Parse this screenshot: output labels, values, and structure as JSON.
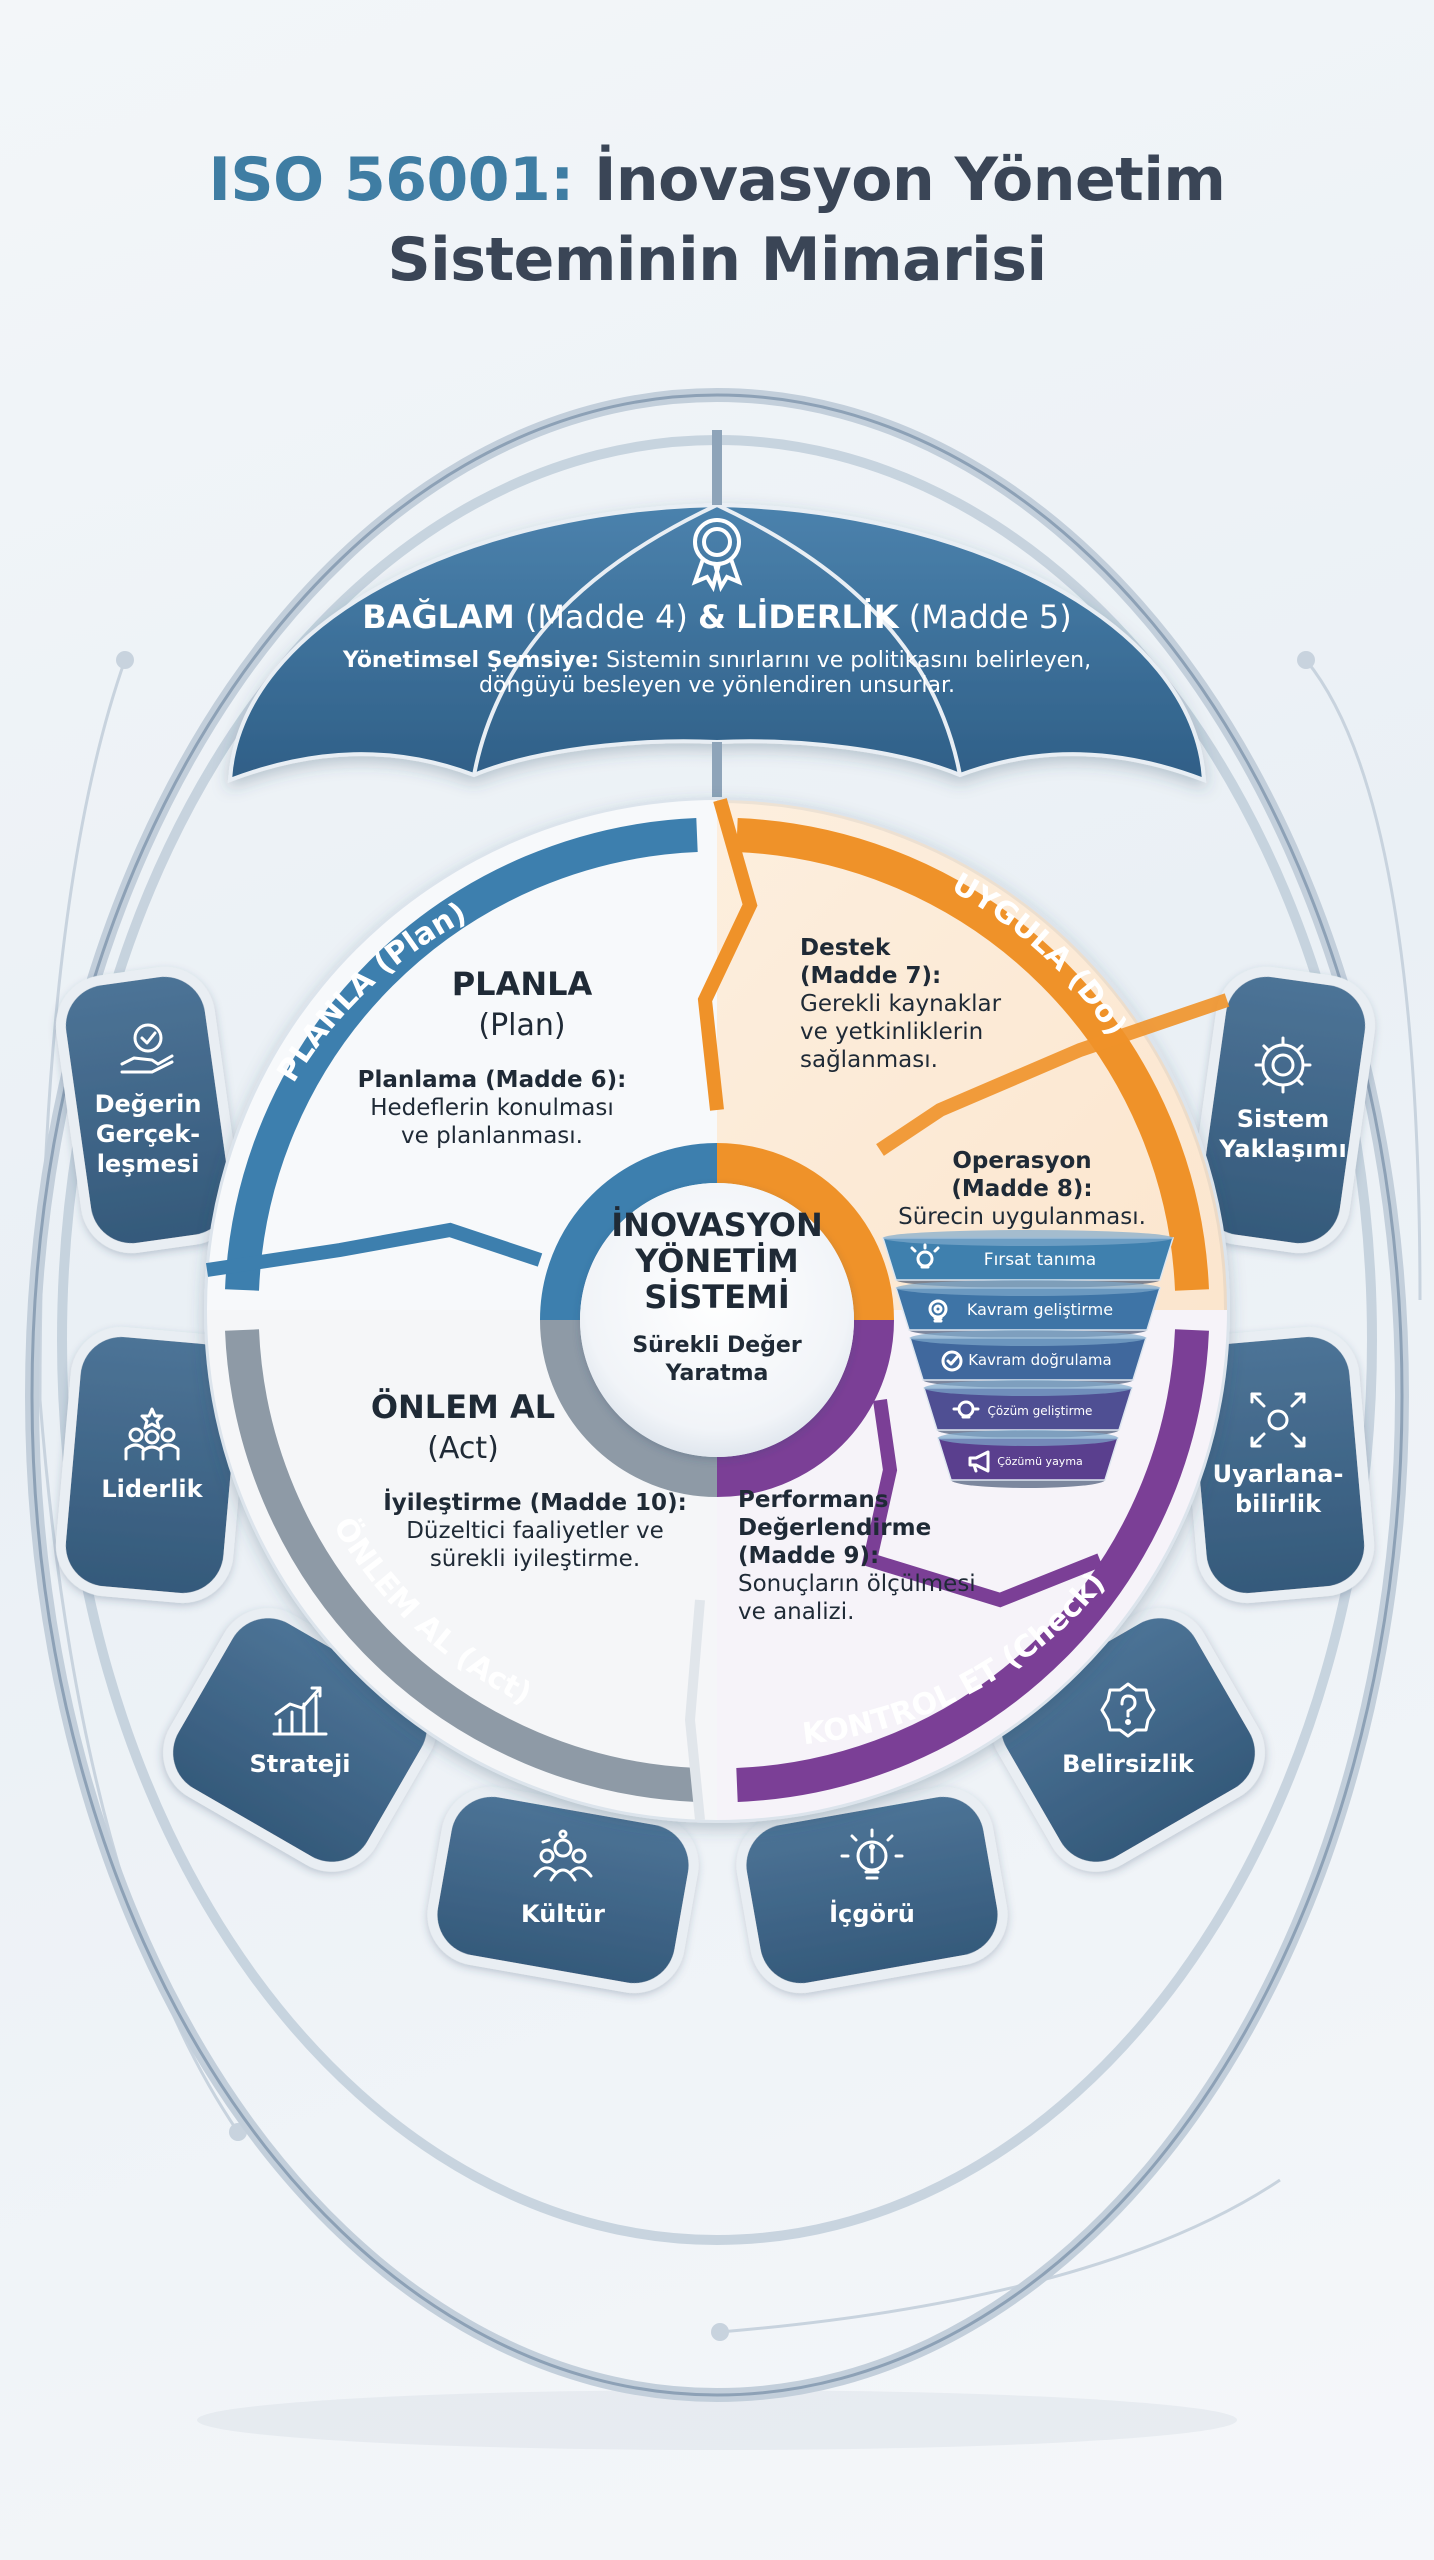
{
  "title": {
    "prefix": "ISO 56001:",
    "rest_line1": "İnovasyon Yönetim",
    "line2": "Sisteminin Mimarisi"
  },
  "umbrella": {
    "icon": "award-ribbon-icon",
    "heading_baglam": "BAĞLAM",
    "heading_madde4": "(Madde 4)",
    "heading_and": "&",
    "heading_liderlik": "LİDERLİK",
    "heading_madde5": "(Madde 5)",
    "desc_bold": "Yönetimsel Şemsiye:",
    "desc_line1_rest": "Sistemin sınırlarını ve politikasını belirleyen,",
    "desc_line2": "döngüyü besleyen ve yönlendiren unsurlar."
  },
  "center": {
    "line1": "İNOVASYON",
    "line2": "YÖNETİM",
    "line3": "SİSTEMİ",
    "sub1": "Sürekli Değer",
    "sub2": "Yaratma"
  },
  "planla": {
    "arc_label": "PLANLA (Plan)",
    "title": "PLANLA",
    "subtitle": "(Plan)",
    "clause": "Planlama (Madde 6):",
    "desc1": "Hedeflerin konulması",
    "desc2": "ve planlanması."
  },
  "uygula": {
    "arc_label": "UYGULA (Do)",
    "destek_title1": "Destek",
    "destek_title2": "(Madde 7):",
    "destek_desc1": "Gerekli kaynaklar",
    "destek_desc2": "ve yetkinliklerin",
    "destek_desc3": "sağlanması.",
    "op_title1": "Operasyon",
    "op_title2": "(Madde 8):",
    "op_desc": "Sürecin uygulanması.",
    "funnel": [
      {
        "label": "Fırsat tanıma",
        "icon": "lightbulb-icon"
      },
      {
        "label": "Kavram geliştirme",
        "icon": "bulb-gear-icon"
      },
      {
        "label": "Kavram doğrulama",
        "icon": "check-circle-icon"
      },
      {
        "label": "Çözüm geliştirme",
        "icon": "bulb-icon"
      },
      {
        "label": "Çözümü yayma",
        "icon": "megaphone-icon"
      }
    ]
  },
  "kontrol": {
    "arc_label": "KONTROL ET (Check)",
    "title1": "Performans",
    "title2": "Değerlendirme",
    "title3": "(Madde 9):",
    "desc1": "Sonuçların ölçülmesi",
    "desc2": "ve analizi."
  },
  "onlem": {
    "arc_label": "ÖNLEM AL (Act)",
    "title": "ÖNLEM AL",
    "subtitle": "(Act)",
    "clause": "İyileştirme (Madde 10):",
    "desc1": "Düzeltici faaliyetler ve",
    "desc2": "sürekli iyileştirme."
  },
  "principles": [
    {
      "id": "degerin",
      "lines": [
        "Değerin",
        "Gerçek-",
        "leşmesi"
      ],
      "icon": "hand-check-icon"
    },
    {
      "id": "liderlik",
      "lines": [
        "Liderlik"
      ],
      "icon": "leadership-people-icon"
    },
    {
      "id": "strateji",
      "lines": [
        "Strateji"
      ],
      "icon": "growth-chart-icon"
    },
    {
      "id": "kultur",
      "lines": [
        "Kültür"
      ],
      "icon": "team-icon"
    },
    {
      "id": "icgoru",
      "lines": [
        "İçgörü"
      ],
      "icon": "insight-bulb-icon"
    },
    {
      "id": "belirsizlik",
      "lines": [
        "Belirsizlik"
      ],
      "icon": "question-badge-icon"
    },
    {
      "id": "uyarlanabilirlik",
      "lines": [
        "Uyarlana-",
        "bilirlik"
      ],
      "icon": "adapt-arrows-icon"
    },
    {
      "id": "sistem",
      "lines": [
        "Sistem",
        "Yaklaşımı"
      ],
      "icon": "gear-icon"
    }
  ],
  "colors": {
    "title_accent": "#3f7da3",
    "title_dark": "#3a4556",
    "navy": "#3e6282",
    "plan_blue": "#3d7fae",
    "do_orange": "#ef9229",
    "check_purple": "#7b3f96",
    "act_gray": "#8e9aa6",
    "funnel_top": "#3f7fae",
    "funnel_bottom": "#5a3f8e"
  }
}
